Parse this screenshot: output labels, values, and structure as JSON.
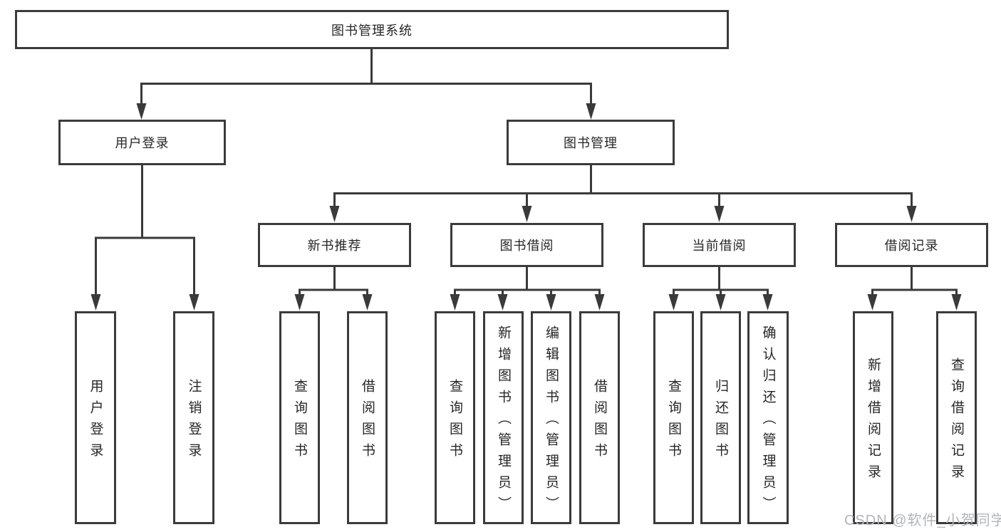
{
  "diagram": {
    "root": {
      "label": "图书管理系统"
    },
    "level2": [
      {
        "label": "用户登录"
      },
      {
        "label": "图书管理"
      }
    ],
    "level3": [
      {
        "label": "新书推荐"
      },
      {
        "label": "图书借阅"
      },
      {
        "label": "当前借阅"
      },
      {
        "label": "借阅记录"
      }
    ],
    "leaves": {
      "user_login": [
        "用户登录",
        "注销登录"
      ],
      "new_book_recommend": [
        "查询图书",
        "借阅图书"
      ],
      "book_borrow": [
        "查询图书",
        "新增图书（管理员）",
        "编辑图书（管理员）",
        "借阅图书"
      ],
      "current_borrow": [
        "查询图书",
        "归还图书",
        "确认归还（管理员）"
      ],
      "borrow_records": [
        "新增借阅记录",
        "查询借阅记录"
      ]
    }
  },
  "watermark": {
    "text": "CSDN @软件_小贺同学"
  },
  "colors": {
    "line": "#3a3a3a",
    "box_border": "#3b3b3b",
    "text": "#262626",
    "watermark": "#b2b4b8",
    "background": "#ffffff"
  }
}
